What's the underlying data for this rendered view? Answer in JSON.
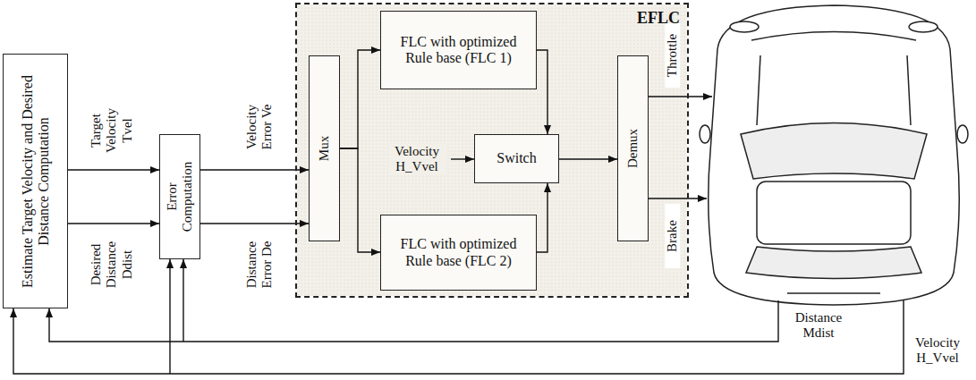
{
  "diagram": {
    "nodes": [
      {
        "text": [
          "Estimate Target Velocity and Desired Distance Computation"
        ]
      },
      {
        "text": [
          "Error Computation"
        ]
      },
      {
        "text": [
          "EFLC"
        ]
      },
      {
        "text": [
          "Mux"
        ],
        "in": 2
      },
      {
        "text": [
          "FLC with optimized Rule base (FLC 1)"
        ],
        "in": 2
      },
      {
        "text": [
          "Switch"
        ],
        "in": 2
      },
      {
        "text": [
          "FLC with optimized Rule base (FLC 2)"
        ],
        "in": 2
      },
      {
        "text": [
          "Demux"
        ],
        "in": 2
      }
    ],
    "edges": [
      {
        "from": 0,
        "to": 1,
        "arrow": "to",
        "label": "Target Velocity Tvel"
      },
      {
        "from": 0,
        "to": 1,
        "arrow": "to",
        "label": "Desired Distance Ddist"
      },
      {
        "from": 1,
        "to": 3,
        "arrow": "to",
        "label": "Velocity Error Ve"
      },
      {
        "from": 1,
        "to": 3,
        "arrow": "to",
        "label": "Distance Error De"
      },
      {
        "from": 3,
        "to": 4,
        "arrow": "to"
      },
      {
        "from": 3,
        "to": 6,
        "arrow": "to"
      },
      {
        "from": 4,
        "to": 5,
        "arrow": "to"
      },
      {
        "from": 6,
        "to": 5,
        "arrow": "to"
      },
      {
        "from": 5,
        "to": 7,
        "arrow": "to"
      }
    ],
    "labels": [
      "Velocity H_Vvel",
      "Throttle",
      "Brake",
      "Distance Mdist",
      "Velocity H_Vvel"
    ]
  }
}
